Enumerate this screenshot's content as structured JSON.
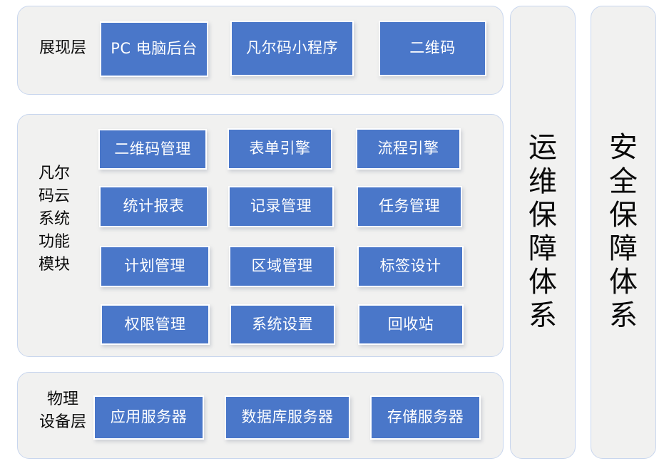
{
  "diagram": {
    "title_present": false,
    "colors": {
      "box_blue": "#4A77C9",
      "panel_bg": "#F1F1F0",
      "panel_border": "#C8D6EE",
      "box_text": "#FFFFFF",
      "label_text": "#0A0A0A",
      "canvas_bg": "#FFFFFF"
    }
  },
  "presentation_layer": {
    "label": "展现层",
    "boxes": [
      {
        "label": "PC 电脑后台"
      },
      {
        "label": "凡尔码小程序"
      },
      {
        "label": "二维码"
      }
    ]
  },
  "function_layer": {
    "label_lines": [
      "凡尔",
      "码云",
      "系统",
      "功能",
      "模块"
    ],
    "label_full": "凡尔码云系统功能模块",
    "rows": [
      [
        {
          "label": "二维码管理"
        },
        {
          "label": "表单引擎"
        },
        {
          "label": "流程引擎"
        }
      ],
      [
        {
          "label": "统计报表"
        },
        {
          "label": "记录管理"
        },
        {
          "label": "任务管理"
        }
      ],
      [
        {
          "label": "计划管理"
        },
        {
          "label": "区域管理"
        },
        {
          "label": "标签设计"
        }
      ],
      [
        {
          "label": "权限管理"
        },
        {
          "label": "系统设置"
        },
        {
          "label": "回收站"
        }
      ]
    ]
  },
  "physical_layer": {
    "label_lines": [
      "物理",
      "设备层"
    ],
    "label_full": "物理设备层",
    "boxes": [
      {
        "label": "应用服务器"
      },
      {
        "label": "数据库服务器"
      },
      {
        "label": "存储服务器"
      }
    ]
  },
  "side_columns": [
    {
      "label": "运维保障体系"
    },
    {
      "label": "安全保障体系"
    }
  ]
}
